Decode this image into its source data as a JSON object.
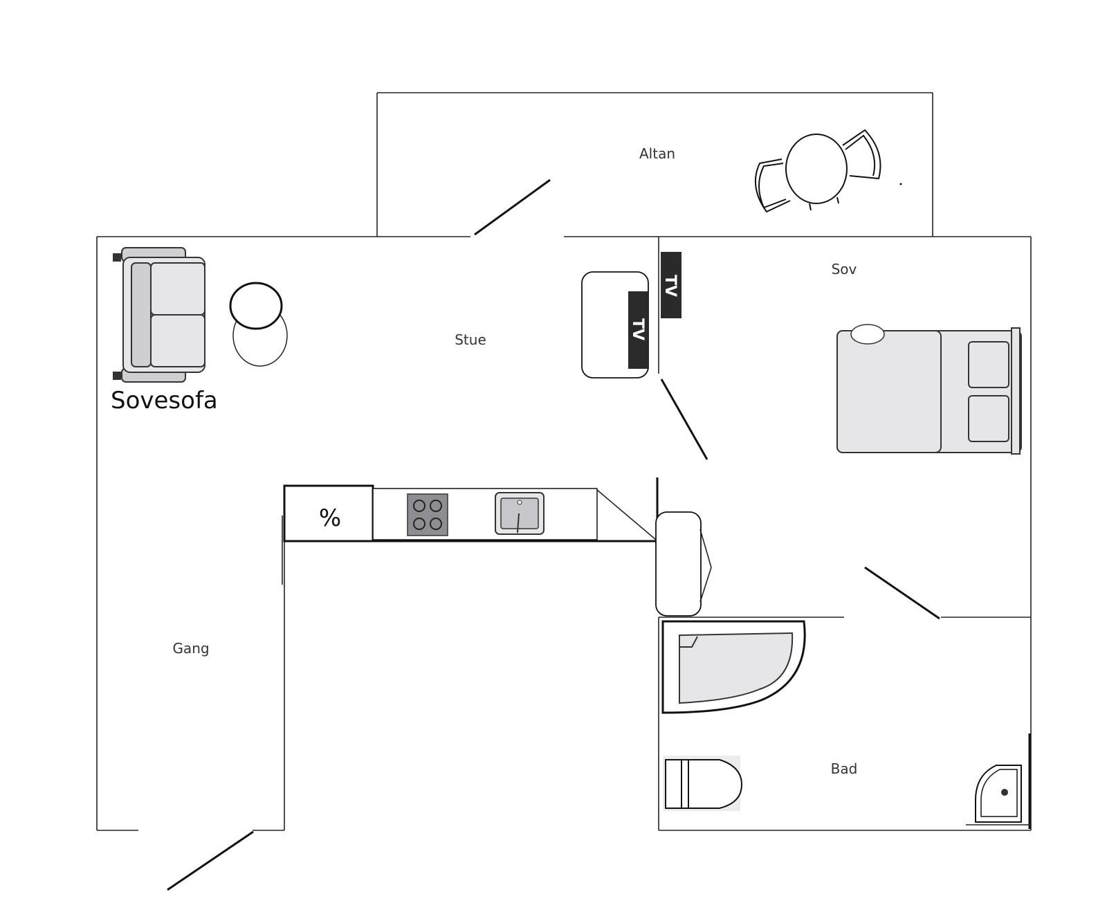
{
  "rooms": {
    "altan": "Altan",
    "stue": "Stue",
    "sov": "Sov",
    "gang": "Gang",
    "bad": "Bad"
  },
  "labels": {
    "sovesofa": "Sovesofa",
    "tv_left": "TV",
    "tv_right": "TV",
    "percent": "%"
  },
  "colors": {
    "wall": "#222222",
    "furniture_fill": "#e6e6e8",
    "tv": "#2a2a2a"
  },
  "icons": [
    "sofa-icon",
    "round-table-icon",
    "bed-icon",
    "stove-icon",
    "sink-icon",
    "bathtub-icon",
    "toilet-icon",
    "washbasin-icon",
    "dining-set-icon",
    "armchair-icon"
  ]
}
